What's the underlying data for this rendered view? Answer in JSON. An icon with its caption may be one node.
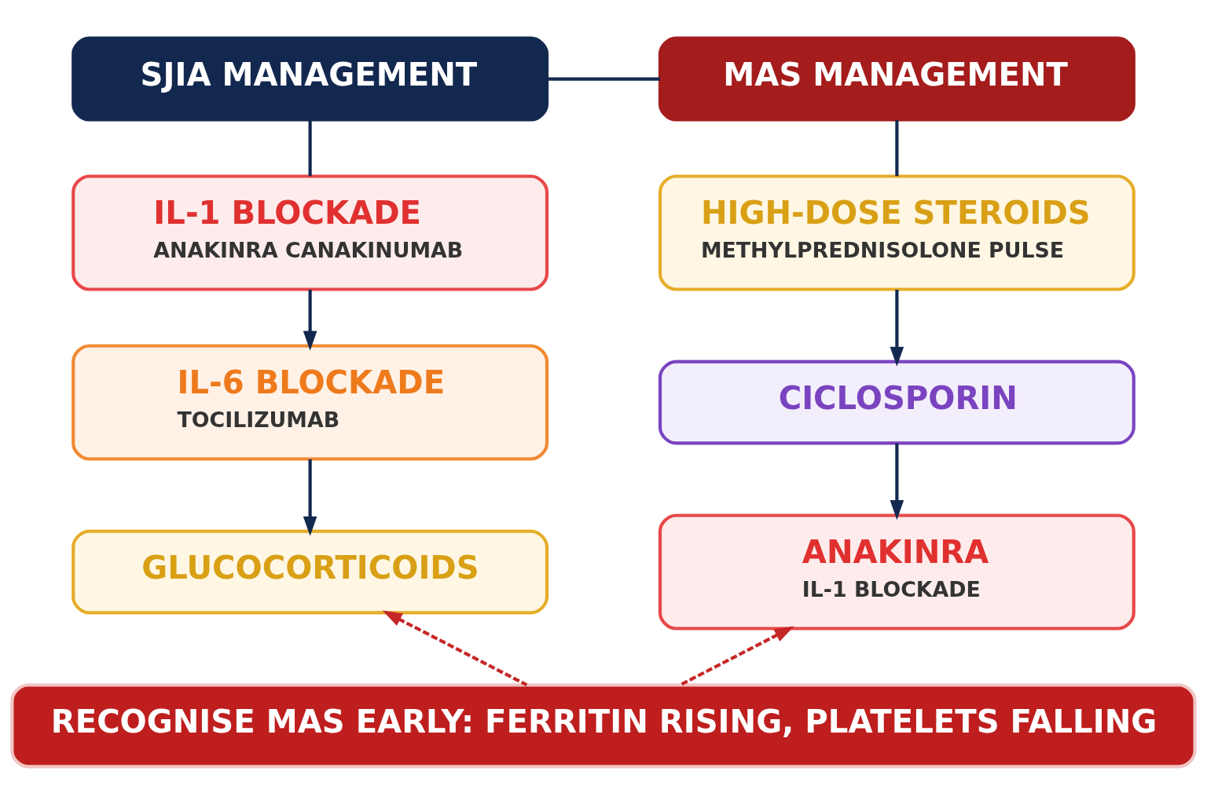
{
  "diagram": {
    "nodes": [
      {
        "text": [
          "SJIA MANAGEMENT"
        ]
      },
      {
        "text": [
          "MAS MANAGEMENT"
        ]
      },
      {
        "text": [
          "IL-1 BLOCKADE",
          "ANAKINRA CANAKINUMAB"
        ]
      },
      {
        "text": [
          "IL-6 BLOCKADE",
          "TOCILIZUMAB"
        ]
      },
      {
        "text": [
          "GLUCOCORTICOIDS"
        ]
      },
      {
        "text": [
          "HIGH-DOSE STEROIDS",
          "METHYLPREDNISOLONE PULSE"
        ]
      },
      {
        "text": [
          "CICLOSPORIN"
        ]
      },
      {
        "text": [
          "ANAKINRA",
          "IL-1 BLOCKADE"
        ]
      },
      {
        "text": [
          "RECOGNISE MAS EARLY: FERRITIN RISING, PLATELETS FALLING"
        ]
      }
    ],
    "edges": [
      {
        "from": 0,
        "to": 1,
        "arrow": "none"
      },
      {
        "from": 0,
        "to": 2,
        "arrow": "none"
      },
      {
        "from": 2,
        "to": 3,
        "arrow": "to"
      },
      {
        "from": 3,
        "to": 4,
        "arrow": "to"
      },
      {
        "from": 1,
        "to": 5,
        "arrow": "none"
      },
      {
        "from": 5,
        "to": 6,
        "arrow": "to"
      },
      {
        "from": 6,
        "to": 7,
        "arrow": "to"
      },
      {
        "from": 8,
        "to": 4,
        "arrow": "to",
        "style": "dashed",
        "color": "#c62828"
      },
      {
        "from": 8,
        "to": 7,
        "arrow": "to",
        "style": "dashed",
        "color": "#c62828"
      }
    ]
  }
}
